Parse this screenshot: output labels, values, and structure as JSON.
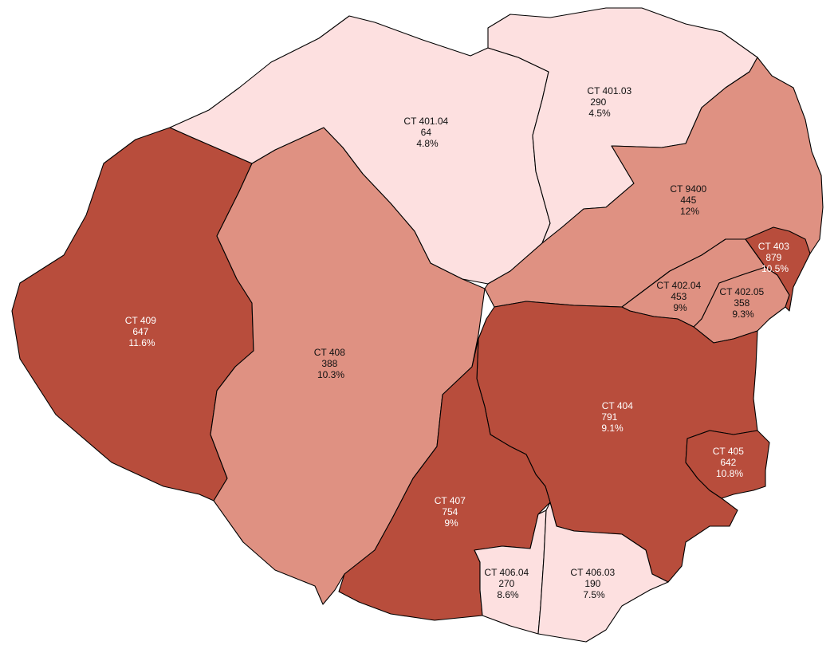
{
  "colors": {
    "low": "#fde0e0",
    "mid": "#df9182",
    "high": "#b84d3c"
  },
  "tracts": [
    {
      "id": "409",
      "name": "CT 409",
      "value": "647",
      "pct": "11.6%",
      "level": "high"
    },
    {
      "id": "408",
      "name": "CT 408",
      "value": "388",
      "pct": "10.3%",
      "level": "mid"
    },
    {
      "id": "401-04",
      "name": "CT 401.04",
      "value": "64",
      "pct": "4.8%",
      "level": "low"
    },
    {
      "id": "401-03",
      "name": "CT 401.03",
      "value": "290",
      "pct": "4.5%",
      "level": "low"
    },
    {
      "id": "9400",
      "name": "CT 9400",
      "value": "445",
      "pct": "12%",
      "level": "mid"
    },
    {
      "id": "403",
      "name": "CT 403",
      "value": "879",
      "pct": "10.5%",
      "level": "high"
    },
    {
      "id": "402-04",
      "name": "CT 402.04",
      "value": "453",
      "pct": "9%",
      "level": "mid"
    },
    {
      "id": "402-05",
      "name": "CT 402.05",
      "value": "358",
      "pct": "9.3%",
      "level": "mid"
    },
    {
      "id": "404",
      "name": "CT 404",
      "value": "791",
      "pct": "9.1%",
      "level": "high"
    },
    {
      "id": "405",
      "name": "CT 405",
      "value": "642",
      "pct": "10.8%",
      "level": "high"
    },
    {
      "id": "407",
      "name": "CT 407",
      "value": "754",
      "pct": "9%",
      "level": "high"
    },
    {
      "id": "406-04",
      "name": "CT 406.04",
      "value": "270",
      "pct": "8.6%",
      "level": "low"
    },
    {
      "id": "406-03",
      "name": "CT 406.03",
      "value": "190",
      "pct": "7.5%",
      "level": "low"
    }
  ]
}
